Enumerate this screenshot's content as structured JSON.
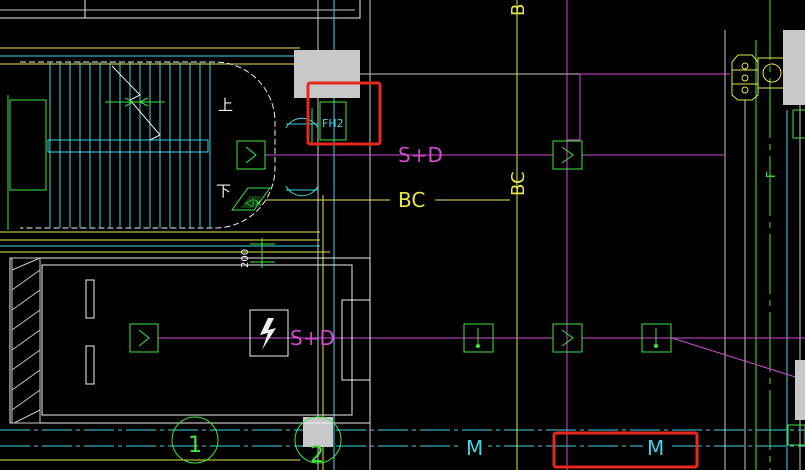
{
  "colors": {
    "background": "#000000",
    "cyan": "#3fd6e6",
    "yellow": "#e6e64a",
    "magenta": "#d24ad2",
    "green": "#3ee63e",
    "white": "#eeeeee",
    "gray": "#c8c8c8",
    "red": "#e8281e"
  },
  "labels": {
    "sd_top": "S+D",
    "sd_bottom": "S+D",
    "bc_horizontal": "BC",
    "bc_vertical": "BC",
    "b_top_vertical": "B",
    "fh2": "FH2",
    "m_left": "M",
    "m_right": "M",
    "stair_up": "上",
    "stair_down": "下",
    "dim_200": "200",
    "grid_1": "1",
    "grid_2": "2",
    "f_right": "F"
  },
  "highlights": [
    {
      "target": "FH2"
    },
    {
      "target": "M"
    }
  ]
}
